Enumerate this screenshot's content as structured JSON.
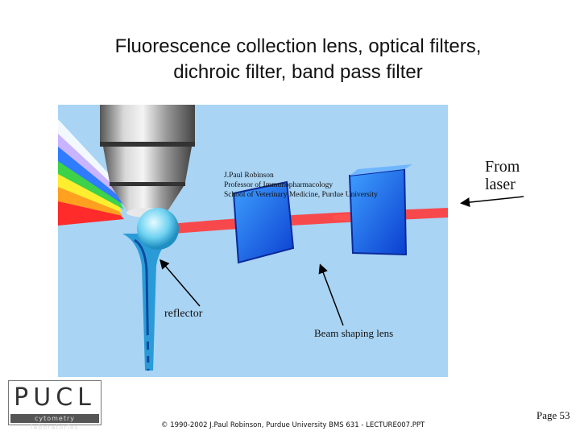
{
  "slide": {
    "title_line1": "Fluorescence collection lens, optical filters,",
    "title_line2": "dichroic filter, band pass filter",
    "page_label": "Page 53",
    "footer": "© 1990-2002 J.Paul Robinson, Purdue University BMS 631 - LECTURE007.PPT"
  },
  "figure": {
    "credit_line1": "J.Paul Robinson",
    "credit_line2": "Professor of Immunopharmacology",
    "credit_line3": "School of Veterinary Medicine, Purdue University",
    "label_from_laser_1": "From",
    "label_from_laser_2": "laser",
    "label_reflector": "reflector",
    "label_beam_shaping": "Beam shaping lens",
    "background_color": "#a9d4f4"
  },
  "logo": {
    "word": "PUCL",
    "subtitle": "cytometry laboratories"
  }
}
